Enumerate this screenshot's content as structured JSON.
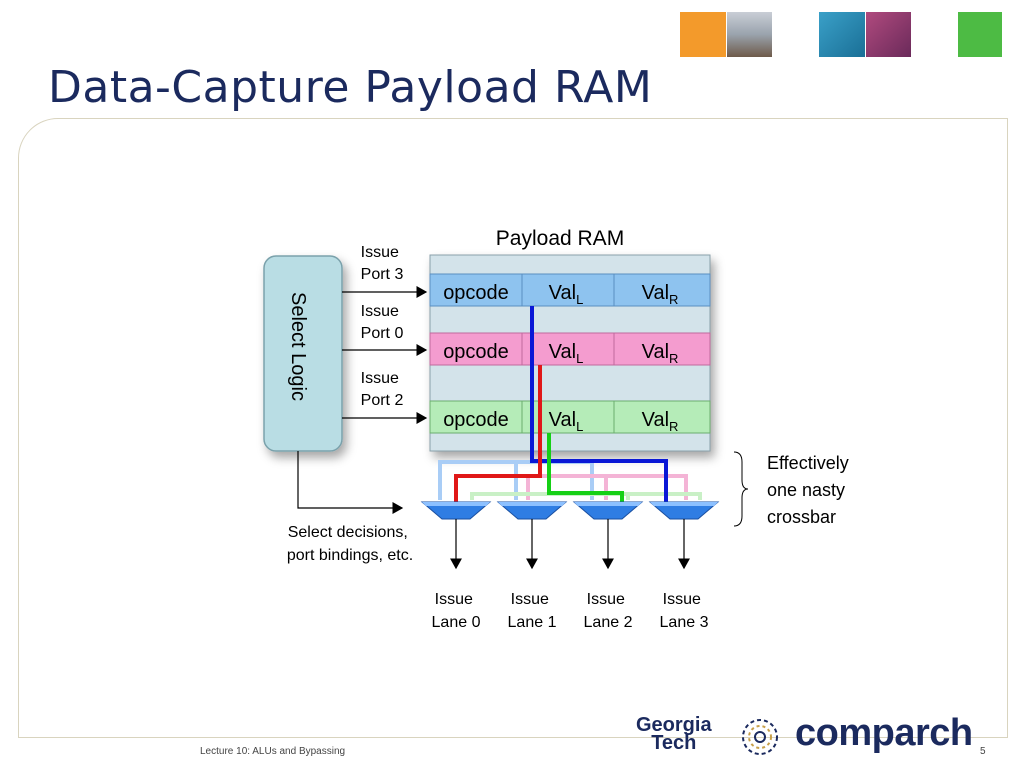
{
  "slide": {
    "title": "Data-Capture Payload RAM",
    "footer_lecture": "Lecture 10: ALUs and Bypassing",
    "page_number": "5"
  },
  "colors": {
    "title": "#1b2a5e",
    "select_logic_fill": "#b9dde4",
    "row_blue": "#8ec3ef",
    "row_pink": "#f49ccf",
    "row_green": "#b5ecb8",
    "wire_blue": "#0a18d6",
    "wire_red": "#e01818",
    "wire_green": "#16d016",
    "mux": "#2f7de3"
  },
  "diagram": {
    "payload_label": "Payload RAM",
    "select_logic_label": "Select Logic",
    "issue_ports": [
      {
        "line1": "Issue",
        "line2": "Port 3"
      },
      {
        "line1": "Issue",
        "line2": "Port 0"
      },
      {
        "line1": "Issue",
        "line2": "Port 2"
      }
    ],
    "rows": [
      {
        "opcode": "opcode",
        "val_l": "Val",
        "val_l_sub": "L",
        "val_r": "Val",
        "val_r_sub": "R",
        "color": "blue"
      },
      {
        "opcode": "opcode",
        "val_l": "Val",
        "val_l_sub": "L",
        "val_r": "Val",
        "val_r_sub": "R",
        "color": "pink"
      },
      {
        "opcode": "opcode",
        "val_l": "Val",
        "val_l_sub": "L",
        "val_r": "Val",
        "val_r_sub": "R",
        "color": "green"
      }
    ],
    "select_decisions": [
      "Select decisions,",
      "port bindings, etc."
    ],
    "crossbar_note": [
      "Effectively",
      "one nasty",
      "crossbar"
    ],
    "issue_lanes": [
      {
        "line1": "Issue",
        "line2": "Lane 0"
      },
      {
        "line1": "Issue",
        "line2": "Lane 1"
      },
      {
        "line1": "Issue",
        "line2": "Lane 2"
      },
      {
        "line1": "Issue",
        "line2": "Lane 3"
      }
    ]
  },
  "logos": {
    "gt_line1": "Georgia",
    "gt_line2": "Tech",
    "comparch": "comparch"
  }
}
